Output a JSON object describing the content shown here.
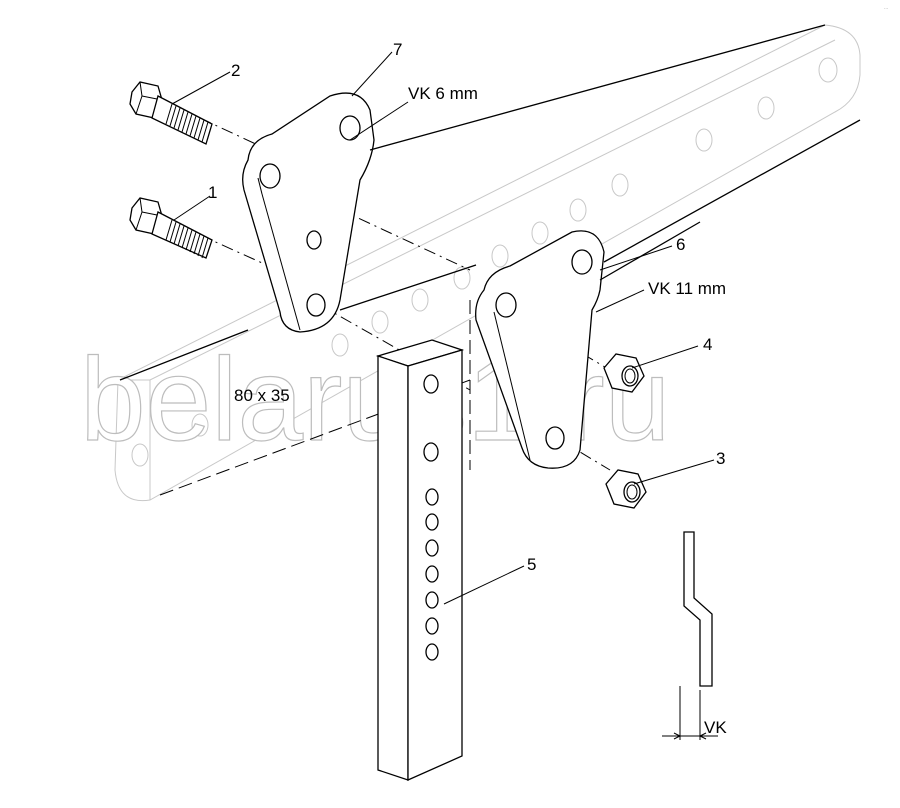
{
  "watermark": "belarus1.ru",
  "corner_mark": "...",
  "parts": {
    "p1": "1",
    "p2": "2",
    "p3": "3",
    "p4": "4",
    "p5": "5",
    "p6": "6",
    "p7": "7"
  },
  "annotations": {
    "vk6": "VK 6 mm",
    "vk11": "VK 11 mm",
    "section": "80 x 35",
    "vk": "VK"
  }
}
